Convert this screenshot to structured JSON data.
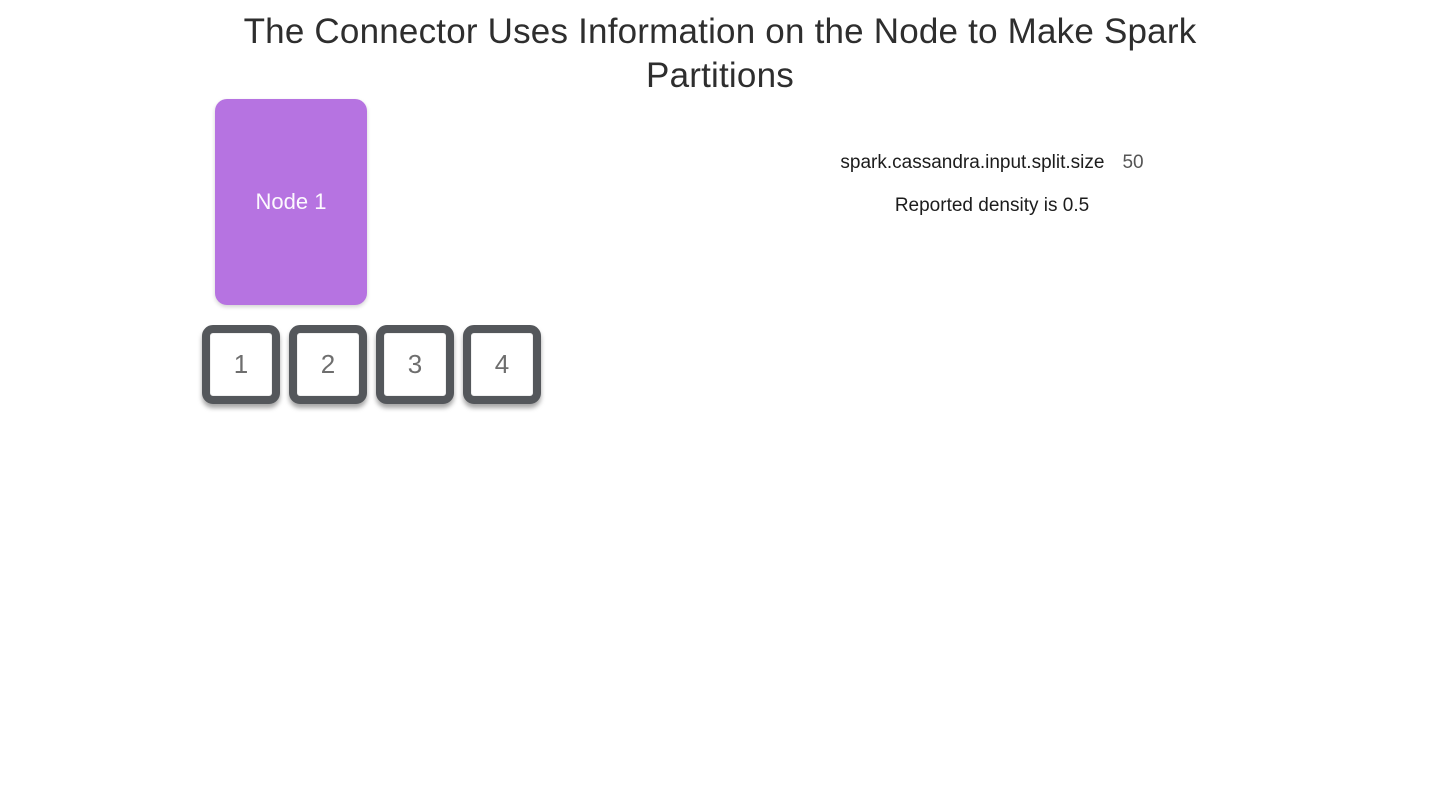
{
  "slide": {
    "title": "The Connector Uses Information on the Node to Make Spark Partitions"
  },
  "node": {
    "label": "Node 1",
    "fill_color": "#b673e1",
    "text_color": "#f5eefb"
  },
  "partitions": [
    "1",
    "2",
    "3",
    "4"
  ],
  "partition_style": {
    "border_color": "#54575b",
    "number_color": "#6e6e6e"
  },
  "config": {
    "key": "spark.cassandra.input.split.size",
    "value": "50",
    "density_note": "Reported density is 0.5"
  }
}
